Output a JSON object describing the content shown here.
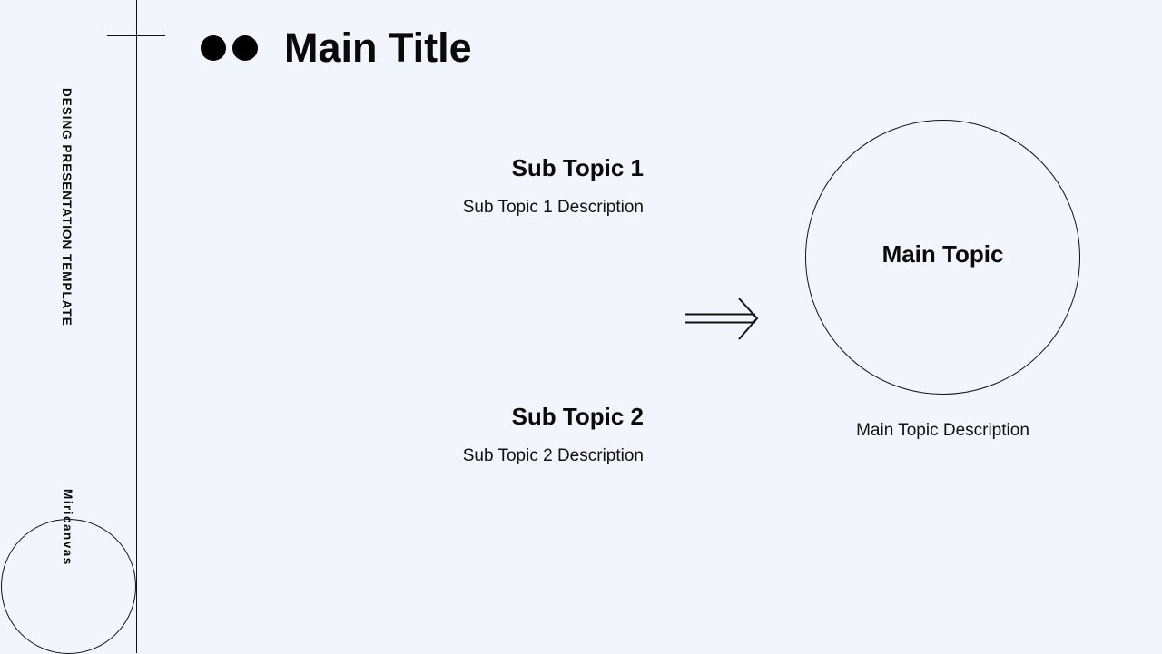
{
  "sidebar": {
    "vertical_label": "DESING PRESENTATION TEMPLATE",
    "brand": "Miricanvas"
  },
  "header": {
    "title": "Main Title",
    "decoration": "two-dots-icon"
  },
  "diagram": {
    "sub_topics": [
      {
        "title": "Sub Topic 1",
        "description": "Sub Topic 1 Description"
      },
      {
        "title": "Sub Topic 2",
        "description": "Sub Topic 2 Description"
      }
    ],
    "connector": "double-arrow-right-icon",
    "main_topic": {
      "title": "Main Topic",
      "description": "Main Topic Description"
    }
  },
  "colors": {
    "background": "#F2F6FC",
    "ink": "#0A0A0A"
  }
}
